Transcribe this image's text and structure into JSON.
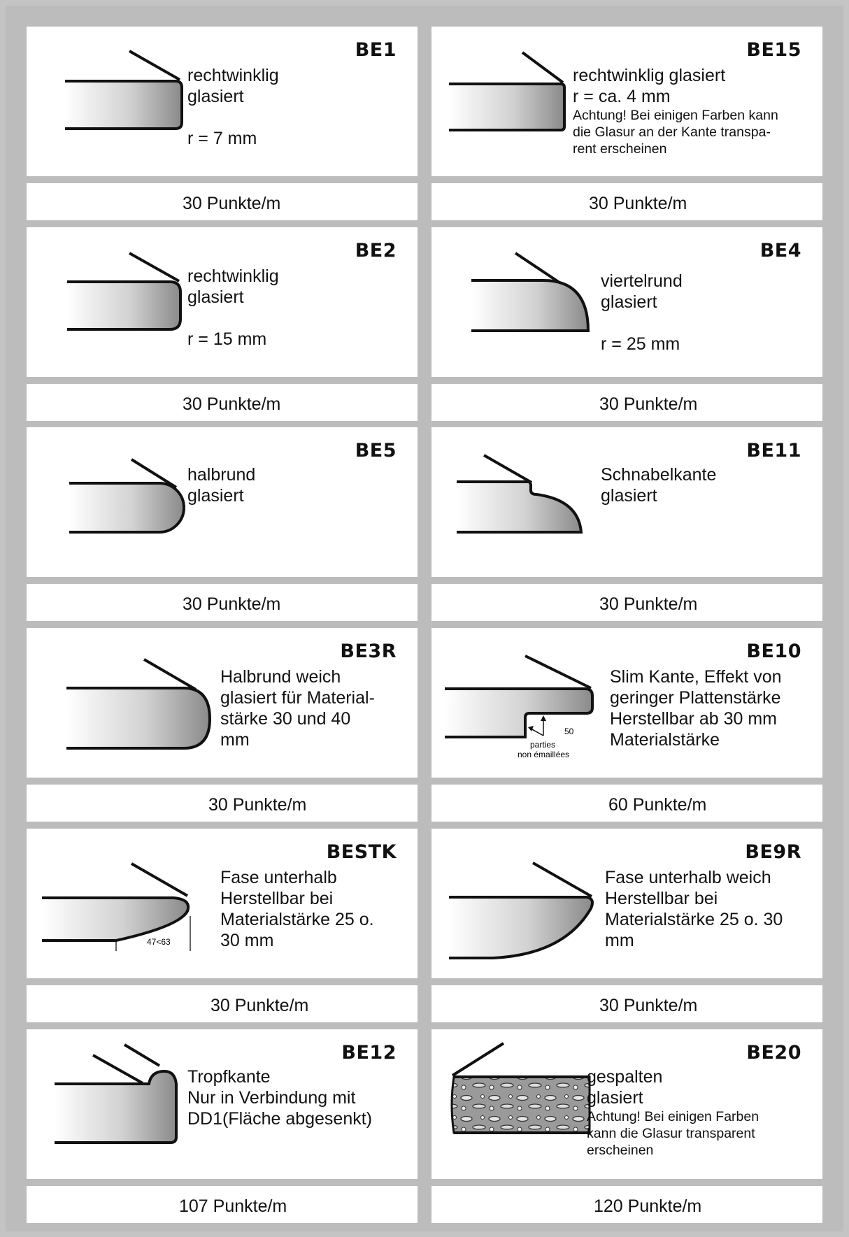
{
  "cards": [
    {
      "code": "BE1",
      "lines": [
        "rechtwinklig",
        "glasiert",
        "",
        "r = 7 mm"
      ],
      "notes": [],
      "price": "30 Punkte/m"
    },
    {
      "code": "BE15",
      "lines": [
        "rechtwinklig glasiert",
        "r = ca. 4 mm"
      ],
      "notes": [
        "Achtung! Bei einigen Farben kann",
        "die Glasur an der Kante transpa-",
        "rent erscheinen"
      ],
      "price": "30 Punkte/m"
    },
    {
      "code": "BE2",
      "lines": [
        "rechtwinklig",
        "glasiert",
        "",
        "r = 15 mm"
      ],
      "notes": [],
      "price": "30 Punkte/m"
    },
    {
      "code": "BE4",
      "lines": [
        "viertelrund",
        "glasiert",
        "",
        "r = 25 mm"
      ],
      "notes": [],
      "price": "30 Punkte/m"
    },
    {
      "code": "BE5",
      "lines": [
        "halbrund",
        "glasiert"
      ],
      "notes": [],
      "price": "30 Punkte/m"
    },
    {
      "code": "BE11",
      "lines": [
        "Schnabelkante",
        "glasiert"
      ],
      "notes": [],
      "price": "30 Punkte/m"
    },
    {
      "code": "BE3R",
      "lines": [
        "Halbrund weich",
        "glasiert für Material-",
        "stärke 30 und 40",
        "mm"
      ],
      "notes": [],
      "price": "30 Punkte/m"
    },
    {
      "code": "BE10",
      "lines": [
        "Slim Kante, Effekt von",
        "geringer Plattenstärke",
        "Herstellbar ab 30 mm",
        "Materialstärke"
      ],
      "notes": [],
      "price": "60 Punkte/m"
    },
    {
      "code": "BESTK",
      "lines": [
        "Fase unterhalb",
        "Herstellbar bei",
        "Materialstärke 25 o.",
        "30 mm"
      ],
      "notes": [],
      "price": "30 Punkte/m"
    },
    {
      "code": "BE9R",
      "lines": [
        "Fase unterhalb weich",
        "Herstellbar bei",
        "Materialstärke 25 o. 30",
        "mm"
      ],
      "notes": [],
      "price": "30 Punkte/m"
    },
    {
      "code": "BE12",
      "lines": [
        "Tropfkante",
        "Nur in Verbindung mit",
        "DD1(Fläche abgesenkt)"
      ],
      "notes": [],
      "price": "107 Punkte/m"
    },
    {
      "code": "BE20",
      "lines": [
        "gespalten",
        "glasiert"
      ],
      "notes": [
        "Achtung! Bei einigen Farben",
        "kann die Glasur transparent",
        "erscheinen"
      ],
      "price": "120 Punkte/m"
    }
  ],
  "annotations": {
    "be10_dim": "50",
    "be10_note_1": "parties",
    "be10_note_2": "non émaillées",
    "bestk_dim": "47<63"
  }
}
